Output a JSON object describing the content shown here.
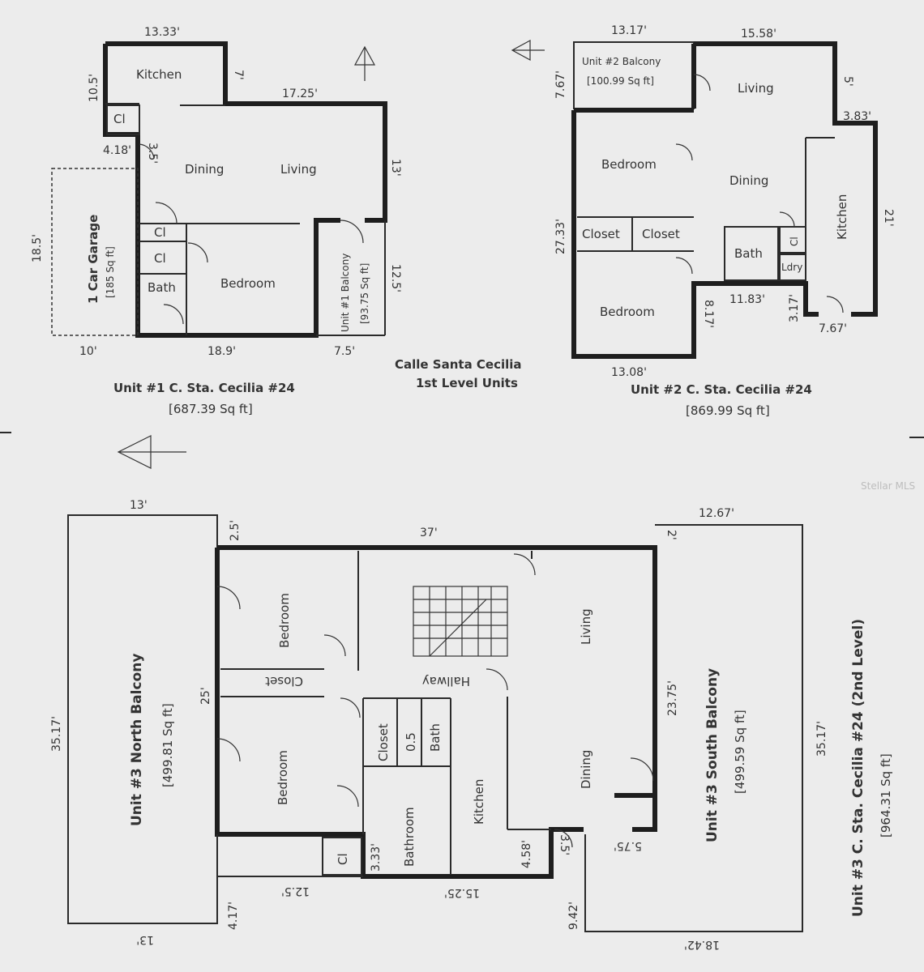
{
  "unit1": {
    "title": "Unit #1 C. Sta. Cecilia #24",
    "area": "[687.39 Sq ft]",
    "rooms": {
      "kitchen": "Kitchen",
      "dining": "Dining",
      "living": "Living",
      "bedroom": "Bedroom",
      "cl1": "Cl",
      "cl2": "Cl",
      "cl3": "Cl",
      "bath": "Bath"
    },
    "garage": {
      "label": "1 Car Garage",
      "area": "[185 Sq ft]"
    },
    "balcony": {
      "label": "Unit #1 Balcony",
      "area": "[93.75 Sq ft]"
    },
    "dims": {
      "top": "13.33'",
      "left": "10.5'",
      "seven": "7'",
      "mid_top": "17.25'",
      "w418": "4.18'",
      "v35": "3.5'",
      "right13": "13'",
      "g185": "18.5'",
      "v125": "12.5'",
      "b10": "10'",
      "b189": "18.9'",
      "b75": "7.5'"
    }
  },
  "center": {
    "line1": "Calle Santa Cecilia",
    "line2": "1st Level Units"
  },
  "unit2": {
    "title": "Unit #2 C. Sta. Cecilia #24",
    "area": "[869.99 Sq ft]",
    "rooms": {
      "living": "Living",
      "bedroom1": "Bedroom",
      "dining": "Dining",
      "closet1": "Closet",
      "closet2": "Closet",
      "kitchen": "Kitchen",
      "bath": "Bath",
      "cl": "Cl",
      "ldry": "Ldry",
      "bedroom2": "Bedroom"
    },
    "balcony": {
      "label": "Unit #2 Balcony",
      "area": "[100.99 Sq ft]"
    },
    "dims": {
      "top1": "13.17'",
      "top2": "15.58'",
      "v767": "7.67'",
      "five": "5'",
      "r383": "3.83'",
      "v2733": "27.33'",
      "v21": "21'",
      "h1183": "11.83'",
      "v817": "8.17'",
      "v317": "3.17'",
      "h767": "7.67'",
      "b1308": "13.08'"
    }
  },
  "unit3": {
    "title": "Unit #3 C. Sta. Cecilia #24  (2nd Level)",
    "area": "[964.31 Sq ft]",
    "north": {
      "label": "Unit #3 North Balcony",
      "area": "[499.81 Sq ft]"
    },
    "south": {
      "label": "Unit #3 South Balcony",
      "area": "[499.59 Sq ft]"
    },
    "rooms": {
      "bedroom1": "Bedroom",
      "closet_top": "Closet",
      "hallway": "Hallway",
      "living": "Living",
      "bedroom2": "Bedroom",
      "closet_mid": "Closet",
      "half": "0.5",
      "bath": "Bath",
      "kitchen": "Kitchen",
      "dining": "Dining",
      "bathroom": "Bathroom",
      "cl": "Cl"
    },
    "dims": {
      "t13": "13'",
      "v25a": "2.5'",
      "t37": "37'",
      "t1267": "12.67'",
      "two": "2'",
      "v3517l": "35.17'",
      "v25": "25'",
      "v2375": "23.75'",
      "v3517r": "35.17'",
      "v333": "3.33'",
      "v458": "4.58'",
      "v35b": "3.5'",
      "v575": "5.75'",
      "v417": "4.17'",
      "b125": "12.5'",
      "b1525": "15.25'",
      "v942": "9.42'",
      "b13": "13'",
      "b1842": "18.42'"
    }
  },
  "watermark": "Stellar MLS"
}
